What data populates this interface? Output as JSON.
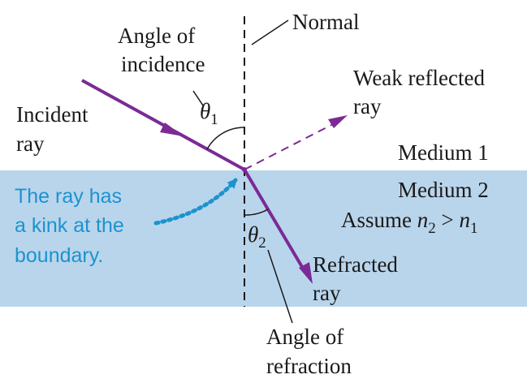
{
  "colors": {
    "medium2_fill": "#b9d5ec",
    "ray": "#7b2a96",
    "annotation_blue": "#1c93cf",
    "ink": "#1a1a1a"
  },
  "labels": {
    "normal": "Normal",
    "angle_incidence": [
      "Angle of",
      "incidence"
    ],
    "incident_ray": [
      "Incident",
      "ray"
    ],
    "theta1": {
      "symbol": "θ",
      "sub": "1"
    },
    "weak_reflected": [
      "Weak reflected",
      "ray"
    ],
    "medium1": "Medium 1",
    "medium2": "Medium 2",
    "assume": {
      "prefix": "Assume ",
      "n": "n",
      "sub2": "2",
      "gt": " > ",
      "sub1": "1"
    },
    "kink_note": [
      "The ray has",
      "a kink at the",
      "boundary."
    ],
    "theta2": {
      "symbol": "θ",
      "sub": "2"
    },
    "refracted_ray": [
      "Refracted",
      "ray"
    ],
    "angle_refraction": [
      "Angle of",
      "refraction"
    ]
  }
}
